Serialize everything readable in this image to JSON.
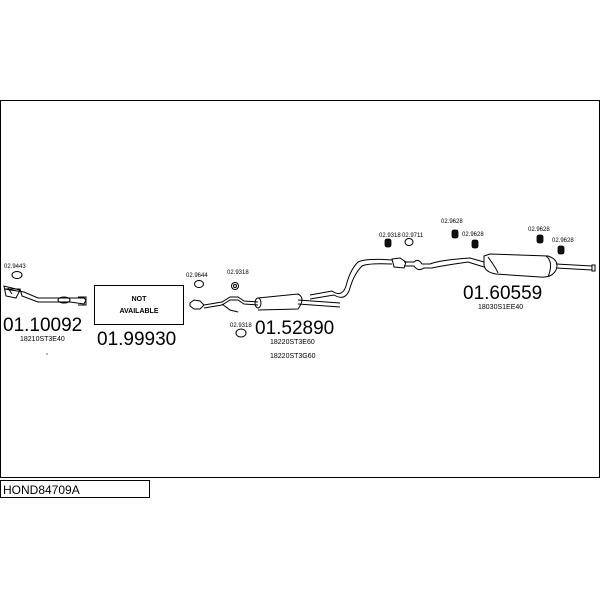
{
  "diagram": {
    "code": "HOND84709A",
    "not_available": [
      "NOT",
      "AVAILABLE"
    ],
    "parts": [
      {
        "number": "01.10092",
        "ref": "18210ST3E40"
      },
      {
        "number": "01.99930"
      },
      {
        "number": "01.52890",
        "refs": [
          "18220ST3E60",
          "18220ST3G60"
        ]
      },
      {
        "number": "01.60559",
        "ref": "18030S1EE40"
      }
    ],
    "fittings": [
      {
        "id": "a",
        "label": "02.9443"
      },
      {
        "id": "b",
        "label": "02.9644"
      },
      {
        "id": "c",
        "label": "02.9318"
      },
      {
        "id": "d",
        "label": "02.9318"
      },
      {
        "id": "e",
        "label": "02.9318"
      },
      {
        "id": "f",
        "label": "02.9711"
      },
      {
        "id": "g",
        "label": "02.9628"
      },
      {
        "id": "h",
        "label": "02.9628"
      },
      {
        "id": "i",
        "label": "02.9628"
      },
      {
        "id": "j",
        "label": "02.9628"
      }
    ]
  }
}
